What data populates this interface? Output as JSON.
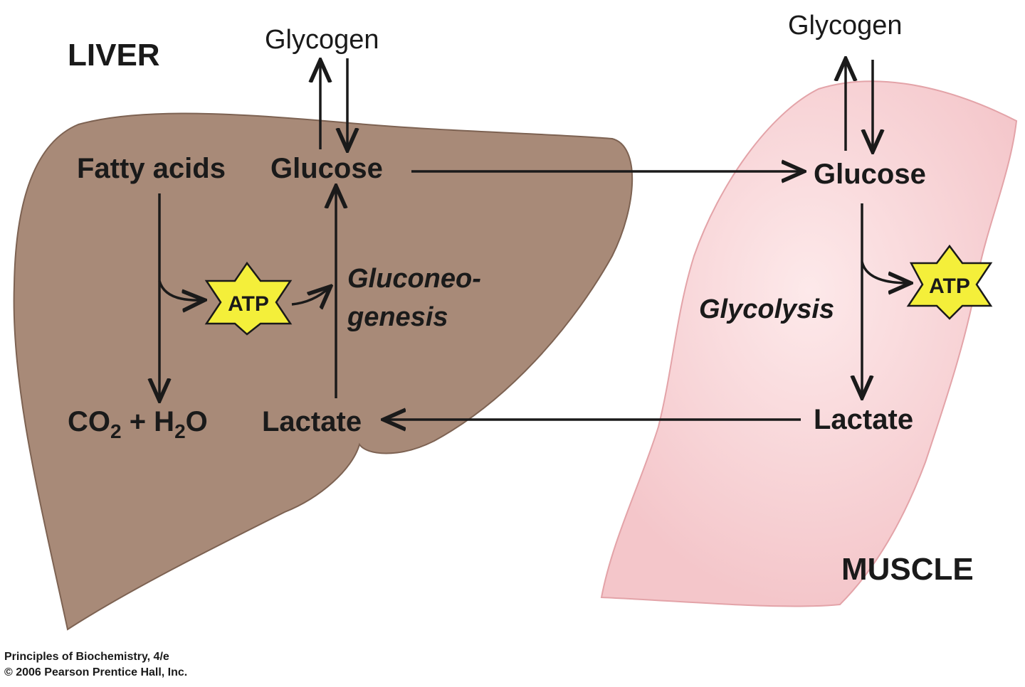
{
  "colors": {
    "liver_fill": "#a88a78",
    "liver_stroke": "#7d6252",
    "muscle_fill": "#f6d2d4",
    "muscle_stroke": "#e3a3a8",
    "atp_fill": "#f4ef3a",
    "arrow": "#1a1a1a"
  },
  "liver": {
    "label": "LIVER",
    "glycogen": "Glycogen",
    "fatty_acids": "Fatty acids",
    "glucose": "Glucose",
    "atp": "ATP",
    "process_line1": "Gluconeo-",
    "process_line2": "genesis",
    "co2": "CO",
    "co2_sub": "2",
    "plus": " + H",
    "h2o_sub": "2",
    "h2o_tail": "O",
    "lactate": "Lactate"
  },
  "muscle": {
    "label": "MUSCLE",
    "glycogen": "Glycogen",
    "glucose": "Glucose",
    "atp": "ATP",
    "process": "Glycolysis",
    "lactate": "Lactate"
  },
  "credit": {
    "line1": "Principles of Biochemistry, 4/e",
    "line2": "© 2006 Pearson Prentice Hall, Inc."
  }
}
